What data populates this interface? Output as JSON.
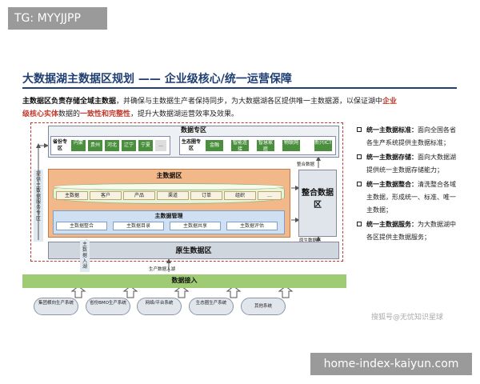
{
  "watermark_top": "TG: MYYJJPP",
  "title": "大数据湖主数据区规划 —— 企业级核心/统一运营保障",
  "intro": {
    "b1": "主数据区负责存储全域主数据",
    "t1": "，并确保与主数据生产者保持同步，为大数据湖各区提供唯一主数据源，以保证湖中",
    "r1": "企业",
    "r2": "级核心实体",
    "t2": "数据的",
    "r3": "一致性和完整性",
    "t3": "，提升大数据湖运营效率及效果。"
  },
  "diagram": {
    "data_zone": "数据专区",
    "province_zone": "省份专区",
    "province_tiles": [
      "内蒙",
      "贵州",
      "河北",
      "辽宁",
      "宁夏",
      "…"
    ],
    "eco_zone": "生态圈专区",
    "eco_tiles": [
      "金融",
      "智能连接",
      "智慧家庭",
      "物联网",
      "新兴ICT"
    ],
    "side_label": "提供主数据服务专区",
    "master_zone": "主数据区",
    "master_items": [
      "主数据",
      "客户",
      "产品",
      "渠道",
      "订单",
      "组织",
      "…"
    ],
    "mgmt_title": "主数据管理",
    "mgmt_items": [
      "主数据整合",
      "主数据目录",
      "主数据共享",
      "主数据评估"
    ],
    "integration_zone": "整合数据区",
    "to_data_zone_note": "整合数据",
    "raw_data_note": "原生数据区",
    "raw_zone": "原生数据区",
    "ingest_note_left": "主数据入湖",
    "ingest_note_mid": "生产数据入湖",
    "ingest_zone": "数据接入",
    "sources": [
      "集团横向生产系统",
      "省份BMO生产系统",
      "网络/平台系统",
      "生态圈生产系统",
      "其他系统"
    ]
  },
  "bullets": [
    {
      "label": "统一主数据标准：",
      "text": "面向全国各省各生产系统提供主数据标准；"
    },
    {
      "label": "统一主数据存储：",
      "text": "面向大数据湖提供统一主数据存储能力；"
    },
    {
      "label": "统一主数据整合：",
      "text": "清洗整合各域主数据，形成统一、标准、唯一主数据；"
    },
    {
      "label": "统一主数据服务：",
      "text": "为大数据湖中各区提供主数据服务；"
    }
  ],
  "watermark_right": "搜狐号@无忧知识星球",
  "watermark_bottom": "home-index-kaiyun.com"
}
